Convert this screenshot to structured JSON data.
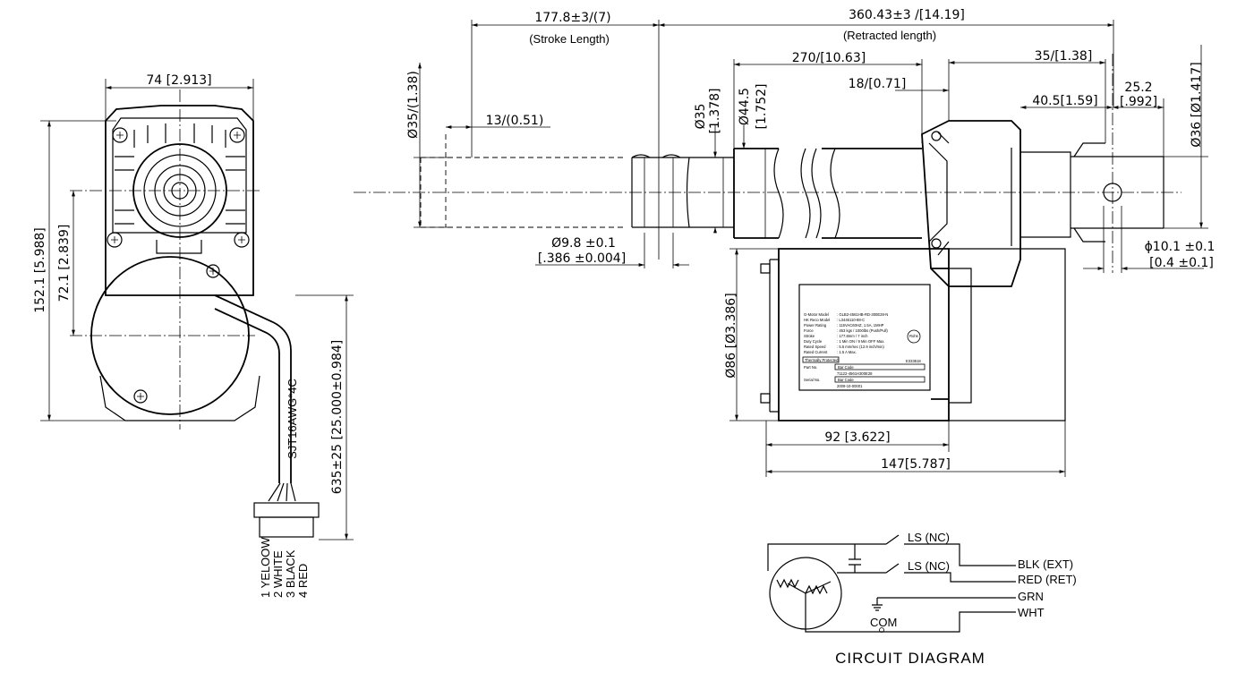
{
  "front_view": {
    "width_dim": "74 [2.913]",
    "height_dim": "152.1 [5.988]",
    "center_dim": "72.1 [2.839]",
    "cable_length_dim": "635±25 [25.000±0.984]",
    "cable_label": "SJT16AWG*4C",
    "wires": [
      "1 YELOOW",
      "2 WHITE",
      "3 BLACK",
      "4 RED"
    ]
  },
  "side_view": {
    "stroke_dim": "177.8±3/(7)",
    "stroke_label": "(Stroke Length)",
    "retracted_dim": "360.43±3 /[14.19]",
    "retracted_label": "(Retracted length)",
    "tube_len_dim": "270/[10.63]",
    "shift_dim": "18/[0.71]",
    "end_len_dim": "35/[1.38]",
    "clevis_dim": "40.5[1.59]",
    "hole_pos_top": "25.2",
    "hole_pos_bottom": "[.992]",
    "rod_dia_dim": "Ø35/(1.38)",
    "rod_tip_dim": "13/(0.51)",
    "inner_tube_top": "Ø35",
    "inner_tube_bottom": "[1.378]",
    "outer_tube_top": "Ø44.5",
    "outer_tube_bottom": "[1.752]",
    "end_dia_dim": "Ø36 [Ø1.417]",
    "rod_hole_top": "Ø9.8 ±0.1",
    "rod_hole_bottom": "[.386 ±0.004]",
    "end_hole_top": "ɸ10.1 ±0.1",
    "end_hole_bottom": "[0.4 ±0.1]",
    "motor_dia_dim": "Ø86 [Ø3.386]",
    "motor_len_dim": "92 [3.622]",
    "total_len_dim": "147[5.787]"
  },
  "nameplate": {
    "rows": [
      [
        "G-Motor Model",
        ": GLB2-4561HB-RD-300E28-N"
      ],
      [
        "HK Reco Model",
        ": L3446110-88-C"
      ],
      [
        "Power Rating",
        ": 115VAC60HZ, 1.5A, 1MHP"
      ],
      [
        "Force",
        ": 453 kgs / 1000lbs (Push/Pull)"
      ],
      [
        "Stroke",
        ": 177.8mm / 7 inch"
      ],
      [
        "Duty Cycle",
        ": 1 Min ON / 9 Min OFF Max."
      ],
      [
        "Rated Speed",
        ": 5.5 mm/sec (12.9 inch/min)"
      ],
      [
        "Rated Current",
        ": 1.5 A Max."
      ]
    ],
    "thermal": "Thermally Protected",
    "part_no_label": "Part No.",
    "part_no_value": "Bar Code",
    "part_no_text": "71122-4561H300E28",
    "serial_no_label": "Serial No.",
    "serial_no_value": "Bar Code",
    "serial_no_text": "2009-10-00001",
    "cert_text": "E333518"
  },
  "circuit": {
    "title": "CIRCUIT DIAGRAM",
    "ls1": "LS (NC)",
    "ls2": "LS (NC)",
    "blk": "BLK (EXT)",
    "red": "RED (RET)",
    "grn": "GRN",
    "wht": "WHT",
    "com": "COM"
  }
}
